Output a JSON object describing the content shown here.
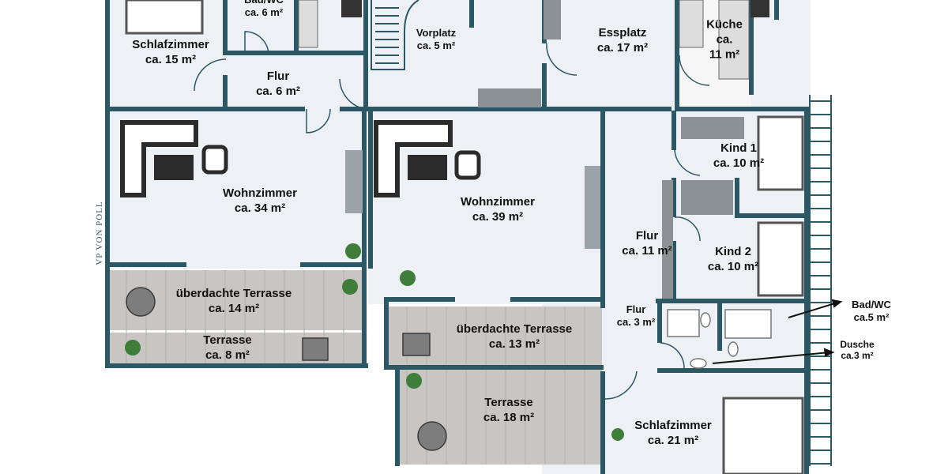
{
  "rooms": {
    "schlafzimmer_1": {
      "name": "Schlafzimmer",
      "area": "ca. 15 m²"
    },
    "bad_wc_1": {
      "name": "Bad/WC",
      "area": "ca. 6 m²"
    },
    "flur_1": {
      "name": "Flur",
      "area": "ca. 6 m²"
    },
    "vorplatz": {
      "name": "Vorplatz",
      "area": "ca. 5 m²"
    },
    "essplatz": {
      "name": "Essplatz",
      "area": "ca. 17 m²"
    },
    "kueche": {
      "name": "Küche",
      "area_line1": "ca.",
      "area_line2": "11 m²"
    },
    "wohnzimmer_1": {
      "name": "Wohnzimmer",
      "area": "ca. 34 m²"
    },
    "wohnzimmer_2": {
      "name": "Wohnzimmer",
      "area": "ca. 39 m²"
    },
    "kind_1": {
      "name": "Kind 1",
      "area": "ca. 10 m²"
    },
    "kind_2": {
      "name": "Kind 2",
      "area": "ca. 10 m²"
    },
    "flur_2": {
      "name": "Flur",
      "area": "ca. 11 m²"
    },
    "flur_3": {
      "name": "Flur",
      "area": "ca. 3 m²"
    },
    "terrasse_ueberdacht_1": {
      "name": "überdachte Terrasse",
      "area": "ca. 14 m²"
    },
    "terrasse_1": {
      "name": "Terrasse",
      "area": "ca. 8 m²"
    },
    "terrasse_ueberdacht_2": {
      "name": "überdachte Terrasse",
      "area": "ca. 13 m²"
    },
    "terrasse_2": {
      "name": "Terrasse",
      "area": "ca. 18 m²"
    },
    "schlafzimmer_2": {
      "name": "Schlafzimmer",
      "area": "ca. 21 m²"
    }
  },
  "callouts": {
    "bad_wc_2": {
      "name": "Bad/WC",
      "area": "ca.5 m²"
    },
    "dusche": {
      "name": "Dusche",
      "area": "ca.3 m²"
    }
  },
  "brand": "VP VON POLL",
  "colors": {
    "wall": "#2c5866",
    "floor": "#edf0f4",
    "deck": "#c9c5c3",
    "furniture": "#2b2b2b"
  }
}
